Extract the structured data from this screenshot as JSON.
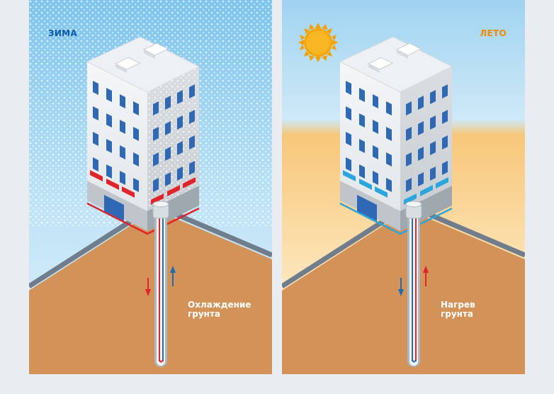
{
  "colors": {
    "page_bg": "#e9ecf0",
    "winter_sky": "#a6d8f4",
    "summer_sky": "#fbd79a",
    "soil": "#d39257",
    "pipe_hot": "#e0242b",
    "pipe_cold": "#1e6cb6",
    "window": "#2f68b4",
    "winter_radiator": "#e0242b",
    "summer_radiator": "#29a6dd",
    "sun": "#f59e0b"
  },
  "winter": {
    "season_label": "ЗИМА",
    "note_line1": "Охлаждение",
    "note_line2": "грунта",
    "icons": [
      "snowflake-pattern",
      "arrow-down-icon",
      "arrow-up-icon"
    ]
  },
  "summer": {
    "season_label": "ЛЕТО",
    "note_line1": "Нагрев",
    "note_line2": "грунта",
    "icons": [
      "sun-icon",
      "arrow-down-icon",
      "arrow-up-icon"
    ]
  }
}
